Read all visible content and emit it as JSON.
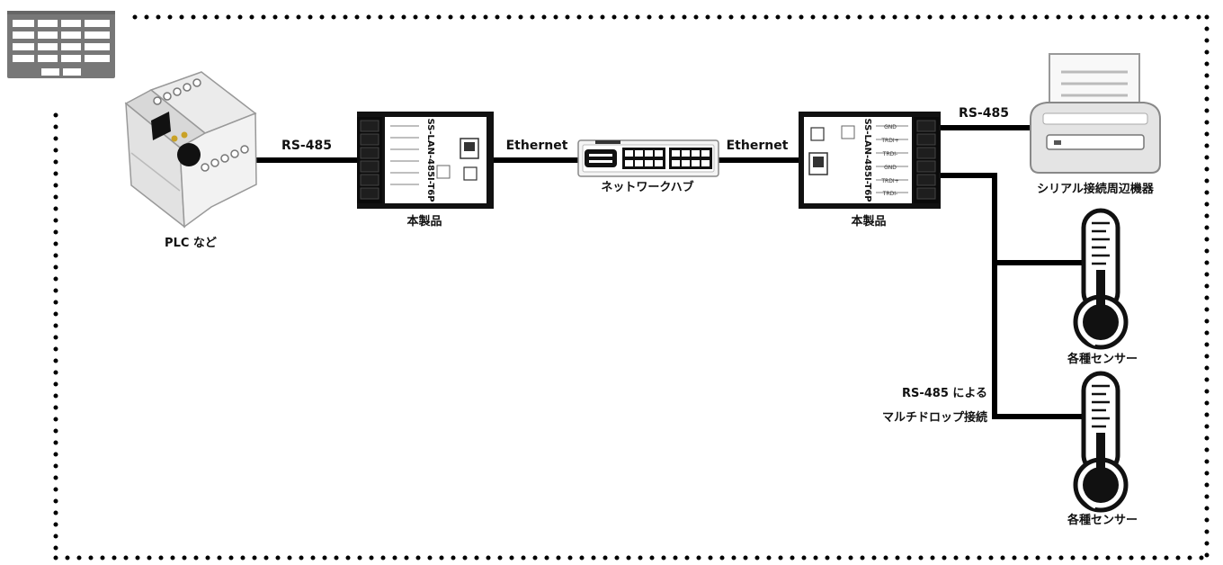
{
  "labels": {
    "plc": "PLC など",
    "device_left": "本製品",
    "device_right": "本製品",
    "hub": "ネットワークハブ",
    "printer": "シリアル接続周辺機器",
    "sensor_top": "各種センサー",
    "sensor_bottom": "各種センサー",
    "rs485_left": "RS-485",
    "ethernet_left": "Ethernet",
    "ethernet_right": "Ethernet",
    "rs485_right": "RS-485",
    "multidrop_line1": "RS-485 による",
    "multidrop_line2": "マルチドロップ接続"
  },
  "device": {
    "model": "SS-LAN-485I-T6P",
    "terminals": [
      "GND",
      "TRDI+",
      "TRDI-",
      "GND",
      "TRDI+",
      "TRDI-"
    ]
  },
  "colors": {
    "line": "#000000",
    "border_dots": "#000000",
    "device_body": "#111111",
    "device_panel": "#ffffff",
    "building_icon": "#777777"
  },
  "icons": {
    "corner": "building-icon",
    "plc": "plc-icon",
    "hub": "network-hub-icon",
    "printer": "printer-icon",
    "sensor": "thermometer-icon"
  }
}
